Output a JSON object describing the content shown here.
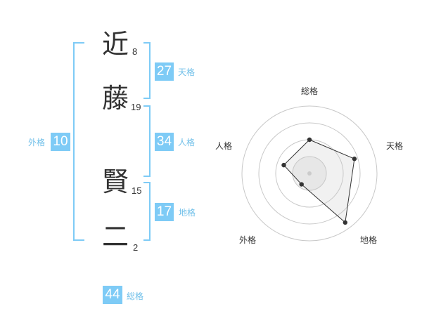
{
  "name": {
    "chars": [
      {
        "char": "近",
        "strokes": "8"
      },
      {
        "char": "藤",
        "strokes": "19"
      },
      {
        "char": "賢",
        "strokes": "15"
      },
      {
        "char": "二",
        "strokes": "2"
      }
    ]
  },
  "kaku": {
    "tenkaku": {
      "value": "27",
      "label": "天格"
    },
    "jinkaku": {
      "value": "34",
      "label": "人格"
    },
    "chikaku": {
      "value": "17",
      "label": "地格"
    },
    "gaikaku": {
      "value": "10",
      "label": "外格"
    },
    "soukaku": {
      "value": "44",
      "label": "総格"
    }
  },
  "colors": {
    "accent": "#7ecbf6",
    "accent_text": "#6fbfe9",
    "text": "#333333"
  },
  "chart_data": {
    "type": "radar",
    "axes": [
      "総格",
      "天格",
      "地格",
      "外格",
      "人格"
    ],
    "values": [
      2.5,
      3.5,
      4.5,
      1.0,
      2.0
    ],
    "rmax": 5,
    "rings": 4,
    "grid": true
  }
}
